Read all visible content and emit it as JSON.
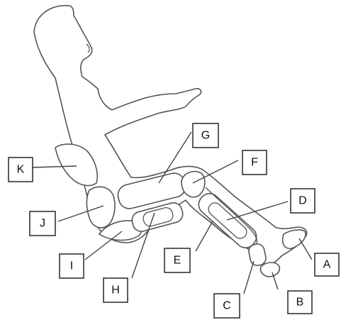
{
  "labels": {
    "A": "A",
    "B": "B",
    "C": "C",
    "D": "D",
    "E": "E",
    "F": "F",
    "G": "G",
    "H": "H",
    "I": "I",
    "J": "J",
    "K": "K"
  }
}
